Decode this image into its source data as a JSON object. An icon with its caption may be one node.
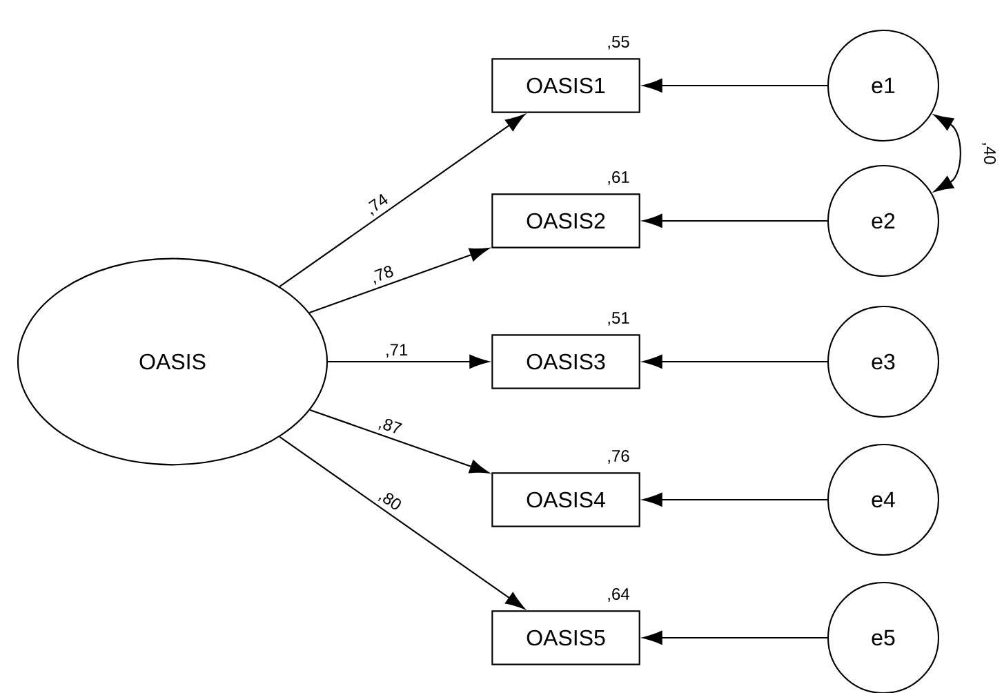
{
  "diagram": {
    "nodes": [
      {
        "text": [
          "OASIS"
        ]
      },
      {
        "text": [
          "OASIS1"
        ],
        "beside": [
          ",55"
        ]
      },
      {
        "text": [
          "OASIS2"
        ],
        "beside": [
          ",61"
        ]
      },
      {
        "text": [
          "OASIS3"
        ],
        "beside": [
          ",51"
        ]
      },
      {
        "text": [
          "OASIS4"
        ],
        "beside": [
          ",76"
        ]
      },
      {
        "text": [
          "OASIS5"
        ],
        "beside": [
          ",64"
        ]
      },
      {
        "text": [
          "e1"
        ]
      },
      {
        "text": [
          "e2"
        ]
      },
      {
        "text": [
          "e3"
        ]
      },
      {
        "text": [
          "e4"
        ]
      },
      {
        "text": [
          "e5"
        ]
      }
    ],
    "edges": [
      {
        "from": 0,
        "to": 1,
        "arrow": "to",
        "label": ",74"
      },
      {
        "from": 0,
        "to": 2,
        "arrow": "to",
        "label": ",78"
      },
      {
        "from": 0,
        "to": 3,
        "arrow": "to",
        "label": ",71"
      },
      {
        "from": 0,
        "to": 4,
        "arrow": "to",
        "label": ",87"
      },
      {
        "from": 0,
        "to": 5,
        "arrow": "to",
        "label": ",80"
      },
      {
        "from": 6,
        "to": 1,
        "arrow": "to"
      },
      {
        "from": 7,
        "to": 2,
        "arrow": "to"
      },
      {
        "from": 8,
        "to": 3,
        "arrow": "to"
      },
      {
        "from": 9,
        "to": 4,
        "arrow": "to"
      },
      {
        "from": 10,
        "to": 5,
        "arrow": "to"
      },
      {
        "from": 6,
        "to": 7,
        "arrow": "both",
        "label": ",40"
      }
    ]
  }
}
